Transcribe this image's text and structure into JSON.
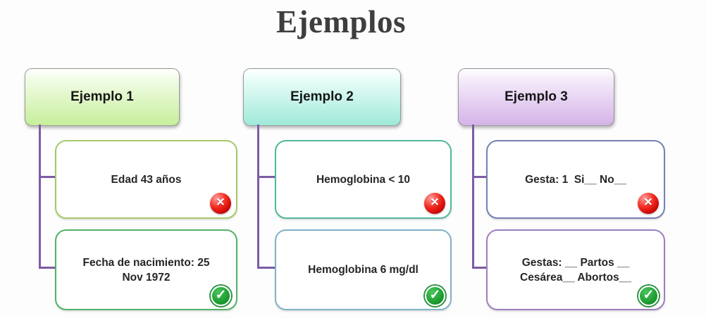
{
  "title": "Ejemplos",
  "colors": {
    "connector": "#7c5ba6",
    "error_red": "#d21414",
    "check_green": "#1d9e35"
  },
  "icons": {
    "error": {
      "name": "error-icon",
      "glyph": "✕"
    },
    "check": {
      "name": "check-icon",
      "glyph": "✓"
    }
  },
  "columns": [
    {
      "header": "Ejemplo 1",
      "colors": {
        "header_top": "#f2fce7",
        "header_bottom": "#c6ef9b",
        "item1_border": "#a6c96a",
        "item2_border": "#52b266"
      },
      "items": [
        {
          "text": "Edad 43 años",
          "status": "incorrect"
        },
        {
          "text": "Fecha de nacimiento: 25\nNov 1972",
          "status": "correct"
        }
      ]
    },
    {
      "header": "Ejemplo 2",
      "colors": {
        "header_top": "#eafdf9",
        "header_bottom": "#9fe9d9",
        "item1_border": "#52b89e",
        "item2_border": "#7fb3c9"
      },
      "items": [
        {
          "text": "Hemoglobina < 10",
          "status": "incorrect"
        },
        {
          "text": "Hemoglobina 6 mg/dl",
          "status": "correct"
        }
      ]
    },
    {
      "header": "Ejemplo 3",
      "colors": {
        "header_top": "#f5ecfa",
        "header_bottom": "#d5b3e8",
        "item1_border": "#7680b5",
        "item2_border": "#9d7fc0"
      },
      "items": [
        {
          "text": "Gesta: 1  Si__ No__",
          "status": "incorrect"
        },
        {
          "text": "Gestas: __ Partos __\nCesárea__ Abortos__",
          "status": "correct"
        }
      ]
    }
  ]
}
